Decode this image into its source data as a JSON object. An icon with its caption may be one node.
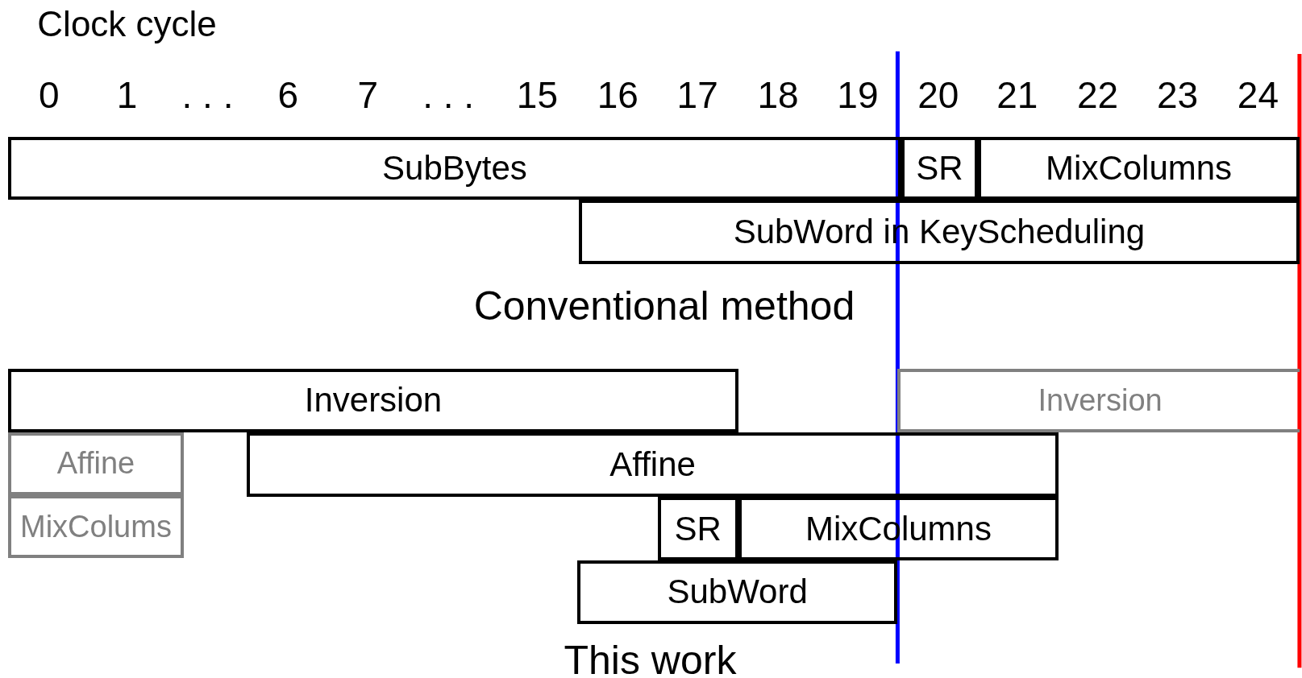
{
  "diagram": {
    "nodes": [
      {
        "text": [
          "SubBytes"
        ]
      },
      {
        "text": [
          "SR"
        ]
      },
      {
        "text": [
          "MixColumns"
        ]
      },
      {
        "text": [
          "SubWord in KeyScheduling"
        ]
      },
      {
        "text": [
          "Inversion"
        ]
      },
      {
        "text": [
          "Inversion"
        ]
      },
      {
        "text": [
          "Affine"
        ]
      },
      {
        "text": [
          "Affine"
        ]
      },
      {
        "text": [
          "MixColums"
        ]
      },
      {
        "text": [
          "SR"
        ]
      },
      {
        "text": [
          "MixColumns"
        ]
      },
      {
        "text": [
          "SubWord"
        ]
      }
    ],
    "edges": [],
    "labels": [
      "Clock cycle",
      "0",
      "1",
      ". . .",
      "6",
      "7",
      ". . .",
      "15",
      "16",
      "17",
      "18",
      "19",
      "20",
      "21",
      "22",
      "23",
      "24",
      "Conventional method",
      "This work"
    ]
  }
}
